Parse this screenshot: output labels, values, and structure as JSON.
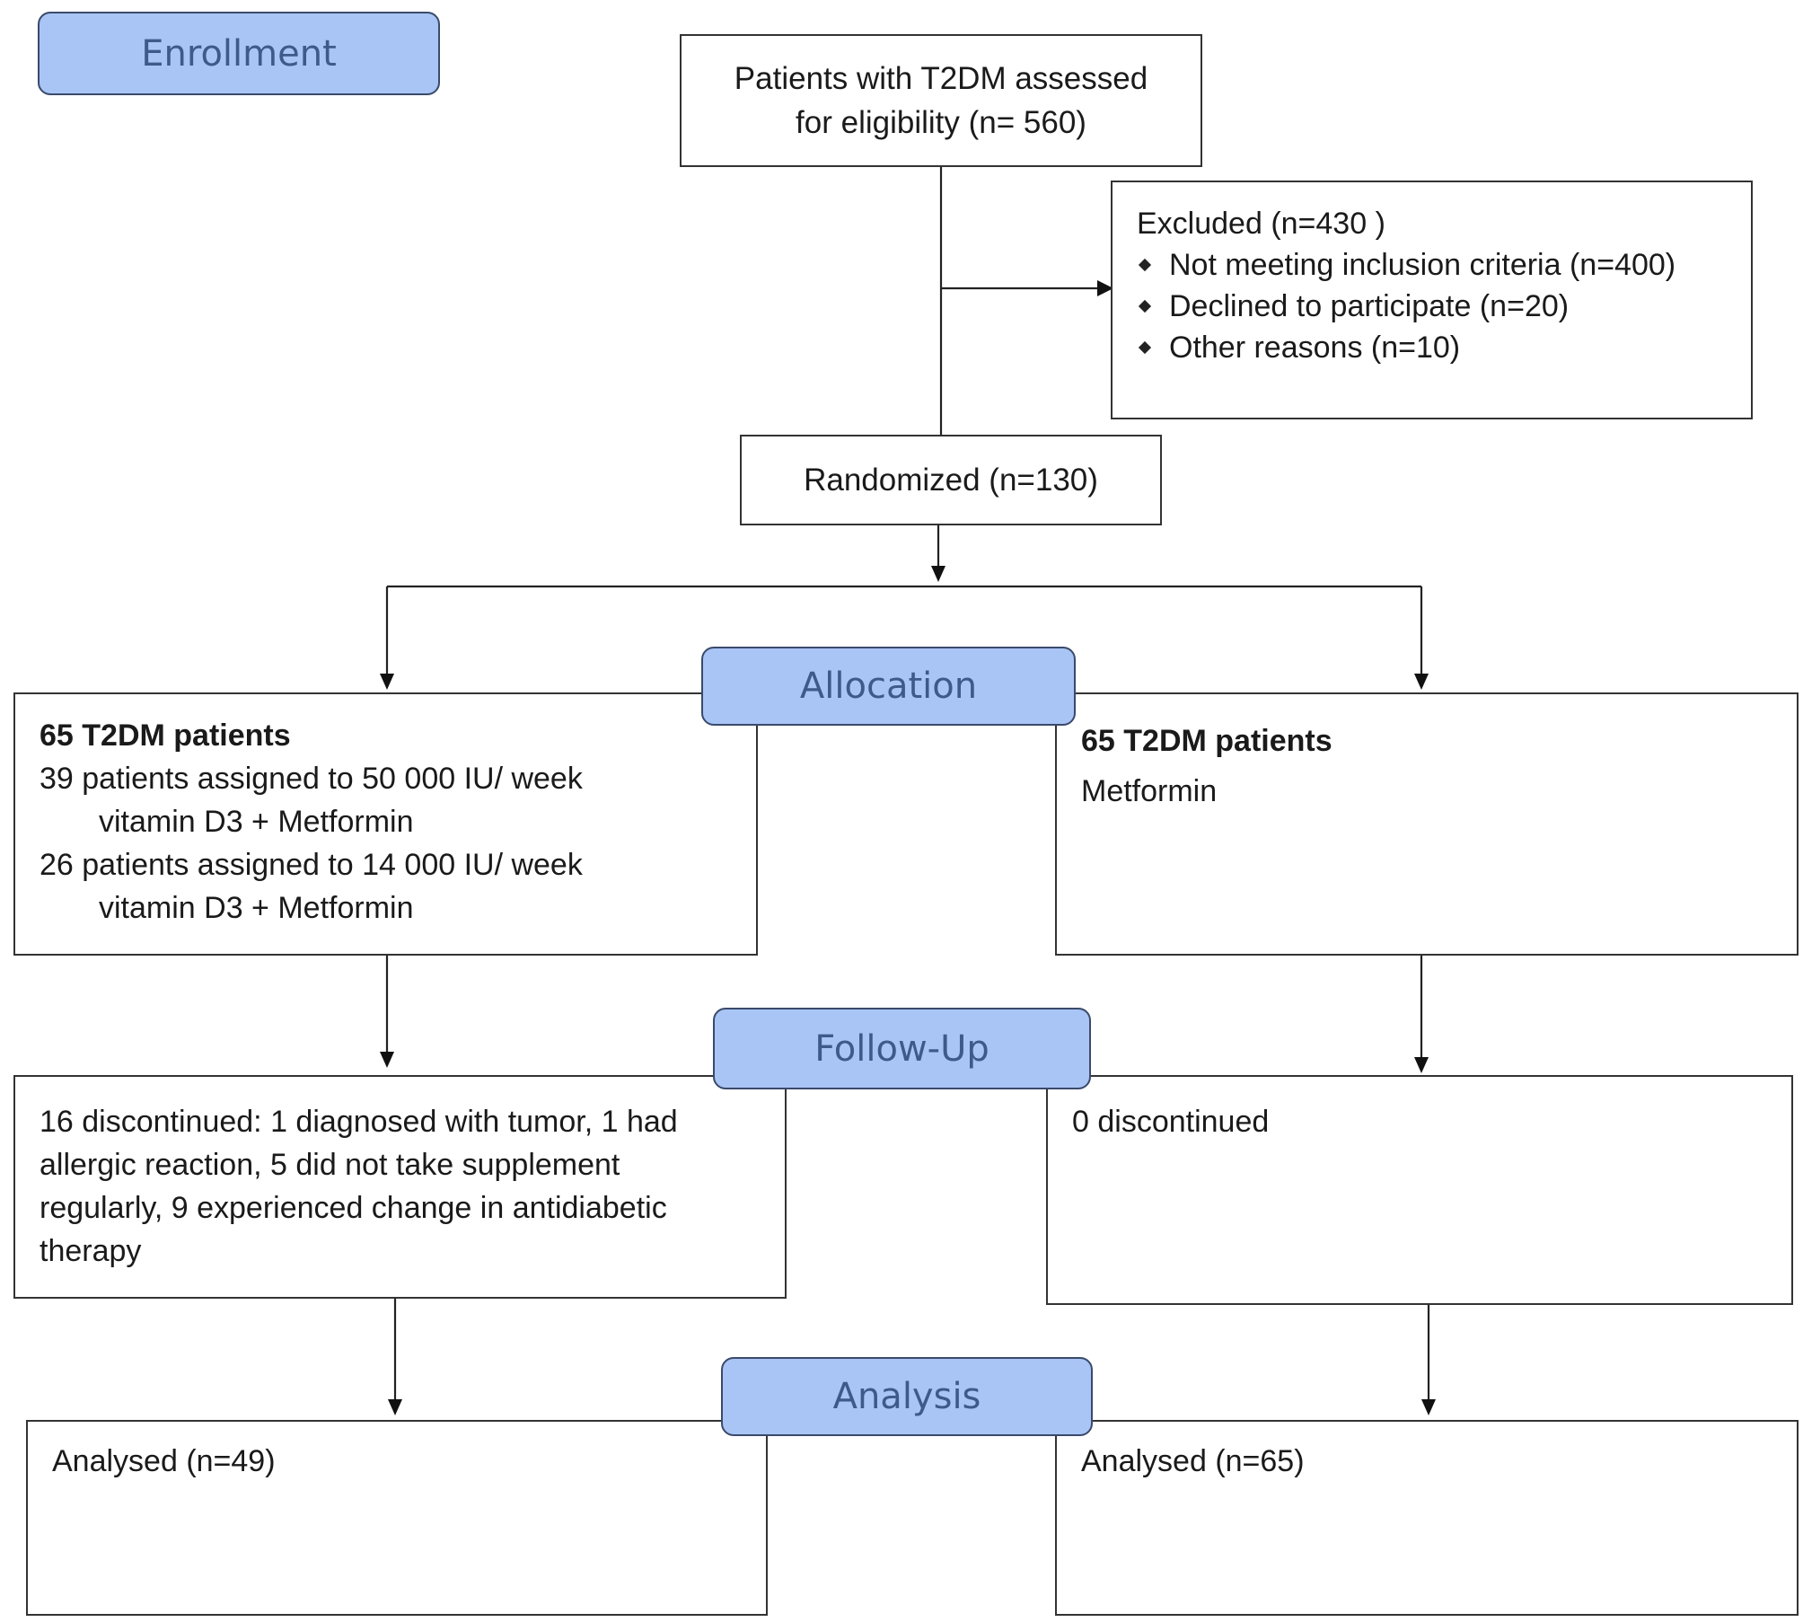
{
  "stages": {
    "enrollment": "Enrollment",
    "allocation": "Allocation",
    "follow_up": "Follow-Up",
    "analysis": "Analysis"
  },
  "assessed": {
    "line1": "Patients with T2DM assessed",
    "line2": "for eligibility (n= 560)"
  },
  "excluded": {
    "title": "Excluded (n=430   )",
    "items": [
      "Not meeting inclusion criteria (n=400)",
      "Declined to participate (n=20)",
      "Other reasons (n=10)"
    ]
  },
  "randomized": "Randomized (n=130)",
  "allocation_left": {
    "title": "65 T2DM patients",
    "line1": "39 patients assigned to 50 000 IU/ week",
    "line2": "vitamin D3 + Metformin",
    "line3": "26 patients assigned to 14 000 IU/ week",
    "line4": "vitamin D3 + Metformin"
  },
  "allocation_right": {
    "title": "65 T2DM patients",
    "line1": "Metformin"
  },
  "followup_left": {
    "line1": "16 discontinued: 1 diagnosed with tumor, 1 had",
    "line2": "allergic reaction, 5 did not take supplement",
    "line3": "regularly, 9 experienced change in antidiabetic",
    "line4": "therapy"
  },
  "followup_right": "0 discontinued",
  "analysis_left": "Analysed (n=49)",
  "analysis_right": "Analysed (n=65)"
}
